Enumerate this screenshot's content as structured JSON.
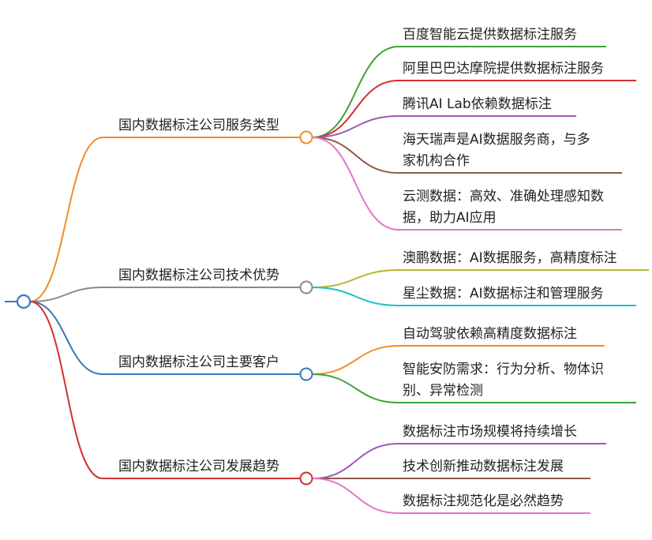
{
  "colors": {
    "orange": "#f28c28",
    "gray": "#8a8a8a",
    "blue": "#3a78b5",
    "red": "#d32f2f",
    "green": "#3da33d",
    "purple": "#9b59b6",
    "brown": "#8d5a47",
    "pink": "#e377c2",
    "olive": "#b8b52a",
    "cyan": "#1fc0c7"
  },
  "branches": [
    {
      "label": "国内数据标注公司服务类型",
      "color_key": "orange",
      "children": [
        {
          "lines": [
            "百度智能云提供数据标注服务"
          ],
          "color_key": "green"
        },
        {
          "lines": [
            "阿里巴巴达摩院提供数据标注服务"
          ],
          "color_key": "red"
        },
        {
          "lines": [
            "腾讯AI Lab依赖数据标注"
          ],
          "color_key": "purple"
        },
        {
          "lines": [
            "海天瑞声是AI数据服务商，与多",
            "家机构合作"
          ],
          "color_key": "brown"
        },
        {
          "lines": [
            "云测数据：高效、准确处理感知数",
            "据，助力AI应用"
          ],
          "color_key": "pink"
        }
      ]
    },
    {
      "label": "国内数据标注公司技术优势",
      "color_key": "gray",
      "children": [
        {
          "lines": [
            "澳鹏数据：AI数据服务，高精度标注"
          ],
          "color_key": "olive"
        },
        {
          "lines": [
            "星尘数据：AI数据标注和管理服务"
          ],
          "color_key": "cyan"
        }
      ]
    },
    {
      "label": "国内数据标注公司主要客户",
      "color_key": "blue",
      "children": [
        {
          "lines": [
            "自动驾驶依赖高精度数据标注"
          ],
          "color_key": "orange"
        },
        {
          "lines": [
            "智能安防需求：行为分析、物体识",
            "别、异常检测"
          ],
          "color_key": "green"
        }
      ]
    },
    {
      "label": "国内数据标注公司发展趋势",
      "color_key": "red",
      "children": [
        {
          "lines": [
            "数据标注市场规模将持续增长"
          ],
          "color_key": "purple"
        },
        {
          "lines": [
            "技术创新推动数据标注发展"
          ],
          "color_key": "brown"
        },
        {
          "lines": [
            "数据标注规范化是必然趋势"
          ],
          "color_key": "pink"
        }
      ]
    }
  ]
}
